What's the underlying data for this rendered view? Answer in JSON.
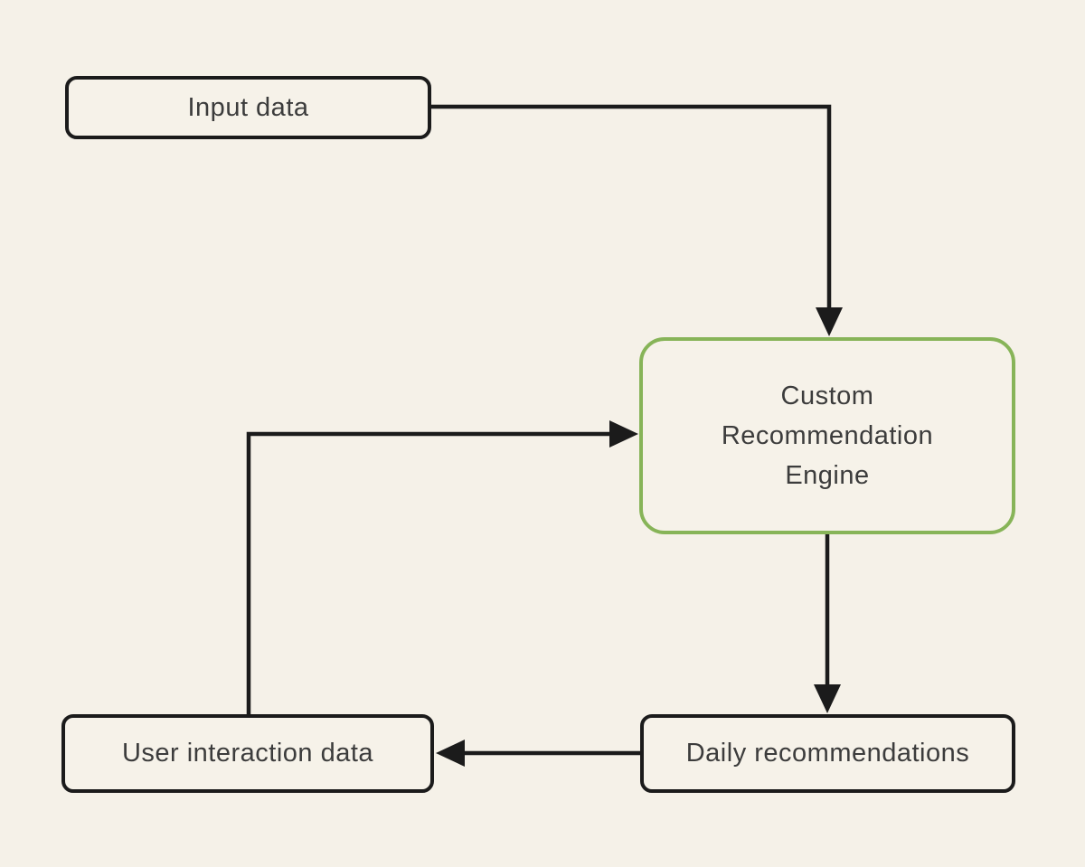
{
  "canvas": {
    "background_color": "#f5f1e8",
    "line_color": "#1b1b1b",
    "text_color": "#3c3c3c",
    "accent_green": "#87b458"
  },
  "nodes": {
    "input_data": {
      "label": "Input data"
    },
    "engine": {
      "label_lines": [
        "Custom",
        "Recommendation",
        "Engine"
      ]
    },
    "daily": {
      "label": "Daily recommendations"
    },
    "user": {
      "label": "User interaction data"
    }
  },
  "edges": [
    {
      "from": "Input data",
      "to": "Custom Recommendation Engine",
      "style": "elbow right-then-down, arrow into top of engine"
    },
    {
      "from": "Custom Recommendation Engine",
      "to": "Daily recommendations",
      "style": "straight down, arrow into top of daily"
    },
    {
      "from": "Daily recommendations",
      "to": "User interaction data",
      "style": "straight left, arrow into right side of user"
    },
    {
      "from": "User interaction data",
      "to": "Custom Recommendation Engine",
      "style": "elbow up-then-right, arrow into left side of engine"
    }
  ]
}
